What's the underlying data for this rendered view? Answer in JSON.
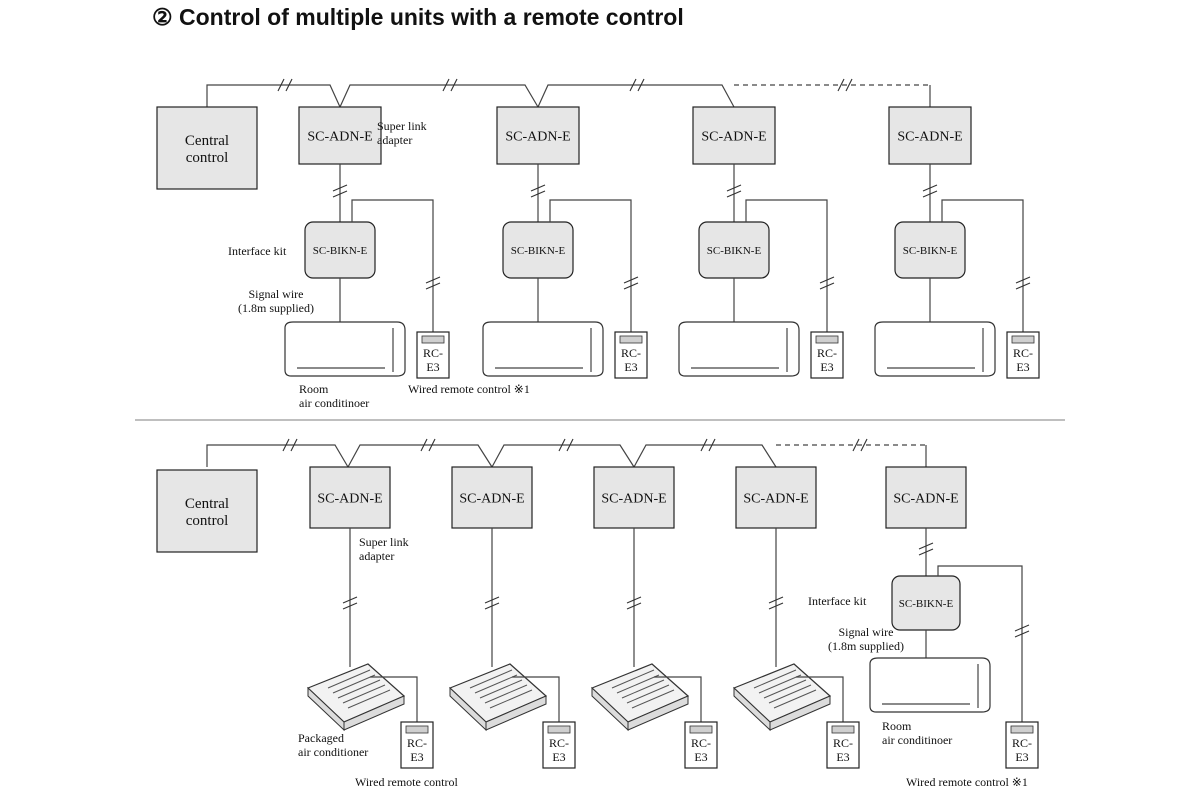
{
  "title": "② Control of multiple units with a remote control",
  "top_system": {
    "central_control": [
      "Central",
      "control"
    ],
    "adapter_label": "SC-ADN-E",
    "adapter_note": [
      "Super link",
      "adapter"
    ],
    "interface_kit_caption": "Interface kit",
    "interface_kit_label": "SC-BIKN-E",
    "signal_wire_caption": [
      "Signal wire",
      "(1.8m supplied)"
    ],
    "remote_label": [
      "RC-",
      "E3"
    ],
    "room_ac_caption": [
      "Room",
      "air conditinoer"
    ],
    "wired_remote_caption": "Wired remote control ※1"
  },
  "bottom_system": {
    "central_control": [
      "Central",
      "control"
    ],
    "adapter_label": "SC-ADN-E",
    "adapter_note": [
      "Super link",
      "adapter"
    ],
    "interface_kit_caption": "Interface kit",
    "interface_kit_label": "SC-BIKN-E",
    "signal_wire_caption": [
      "Signal wire",
      "(1.8m supplied)"
    ],
    "remote_label": [
      "RC-",
      "E3"
    ],
    "packaged_ac_caption": [
      "Packaged",
      "air conditioner"
    ],
    "wired_remote_caption": "Wired remote control",
    "room_ac_caption": [
      "Room",
      "air conditinoer"
    ],
    "wired_remote_caption_2": "Wired remote control ※1"
  }
}
